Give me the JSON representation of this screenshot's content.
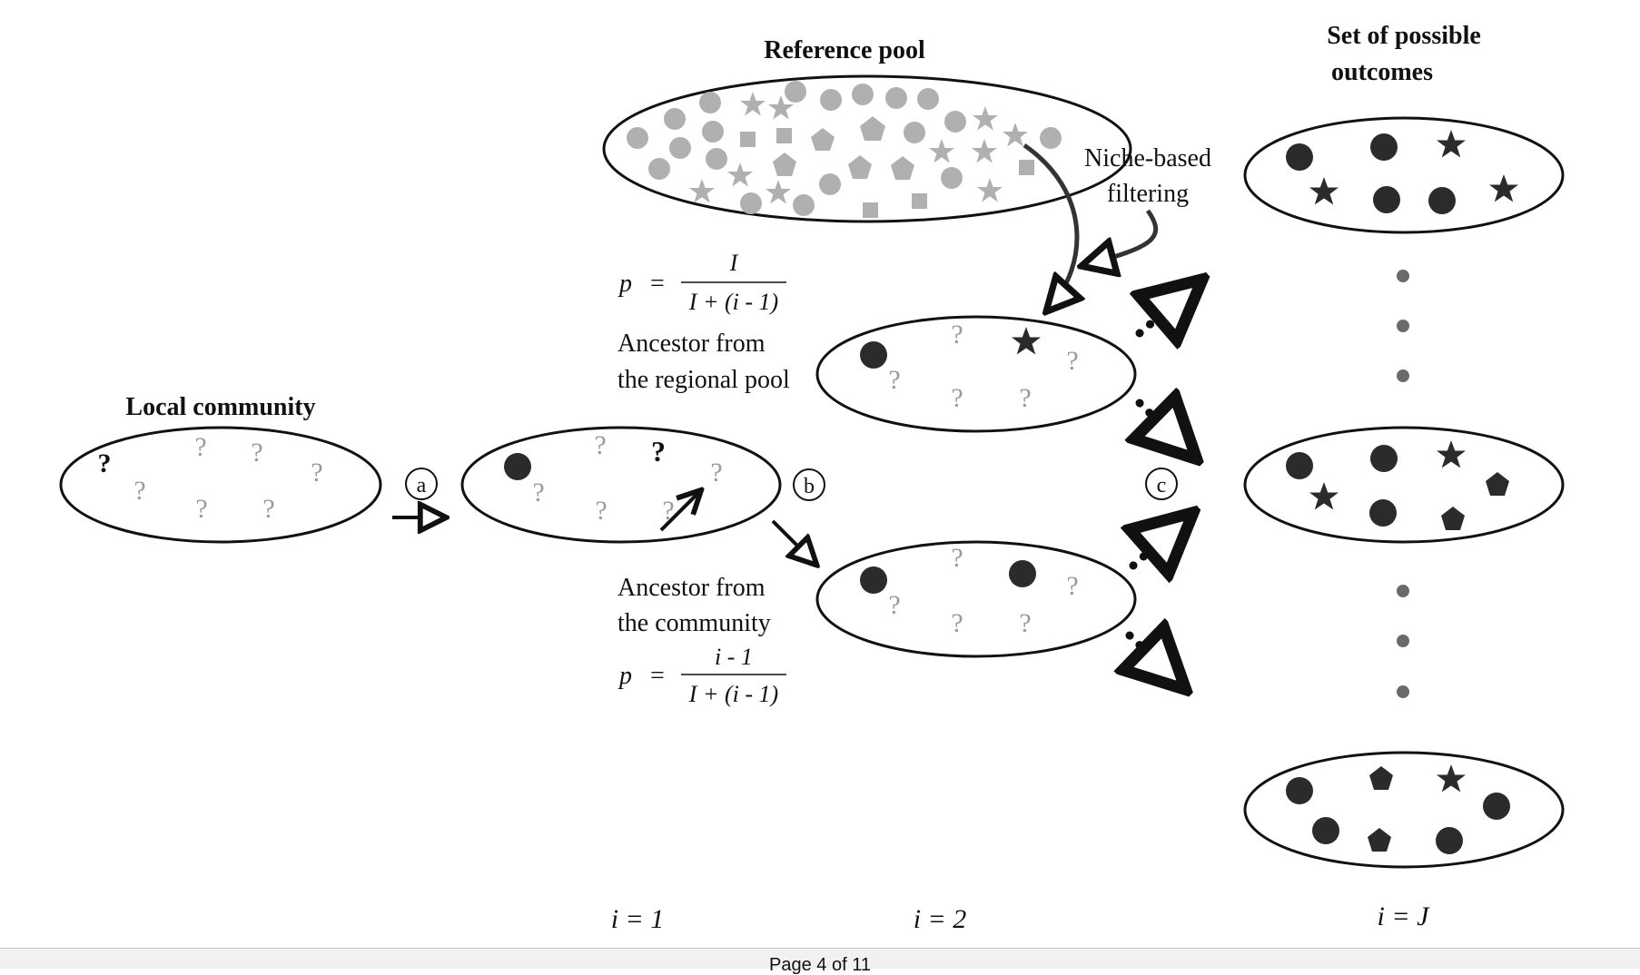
{
  "labels": {
    "reference_pool": "Reference pool",
    "set_outcomes_line1": "Set of possible",
    "set_outcomes_line2": "outcomes",
    "local_community": "Local community",
    "niche_line1": "Niche-based",
    "niche_line2": "filtering",
    "ancestor_regional_line1": "Ancestor from",
    "ancestor_regional_line2": "the regional pool",
    "ancestor_community_line1": "Ancestor from",
    "ancestor_community_line2": "the community",
    "step_a": "a",
    "step_b": "b",
    "step_c": "c",
    "i1": "i = 1",
    "i2": "i = 2",
    "iJ": "i = J",
    "question_mark": "?"
  },
  "formulas": {
    "p_symbol": "p",
    "equals": "=",
    "regional_numerator": "I",
    "regional_denominator": "I + (i - 1)",
    "community_numerator": "i - 1",
    "community_denominator": "I + (i - 1)"
  },
  "footer": {
    "page_text": "Page 4 of 11"
  },
  "colors": {
    "pool_shapes": "#b0b0b0",
    "dark_shapes": "#2b2b2b",
    "unknown_species": "#9a9a9a",
    "outline": "#111111"
  }
}
